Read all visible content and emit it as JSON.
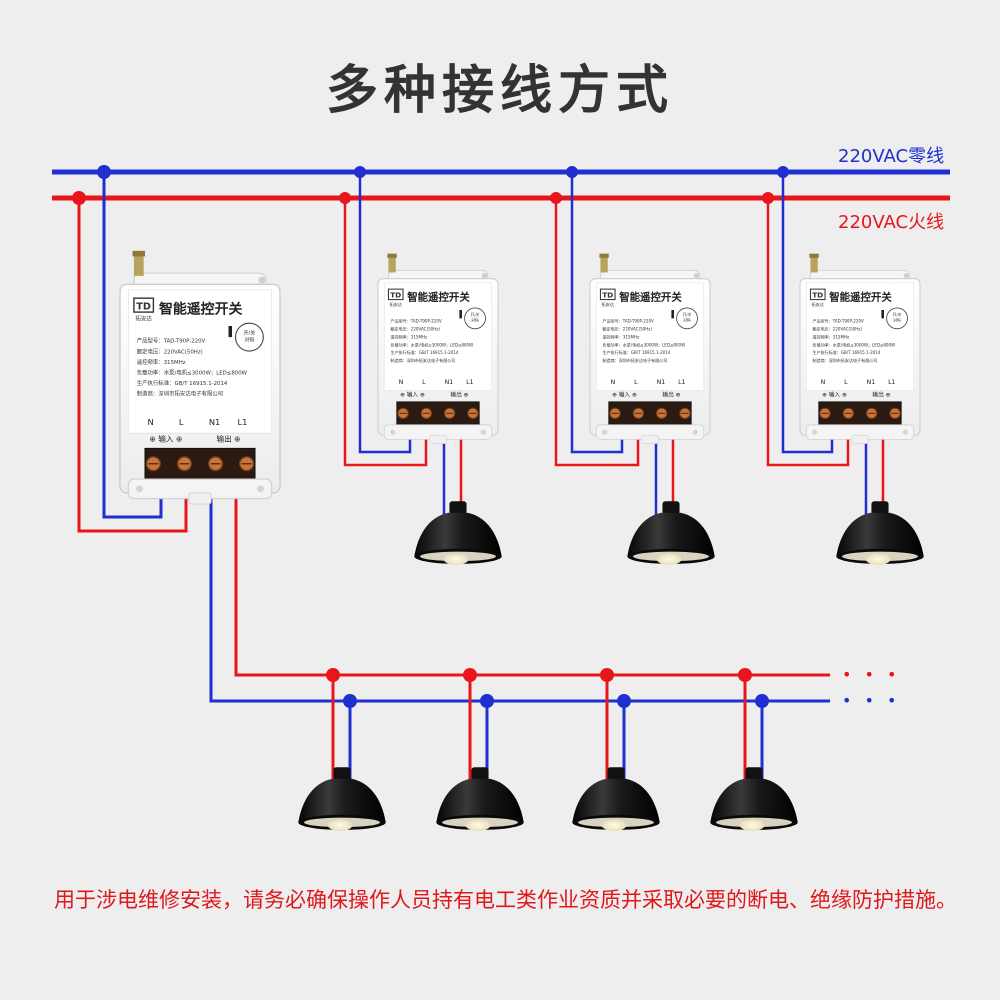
{
  "title": "多种接线方式",
  "lines": {
    "neutral_label": "220VAC零线",
    "live_label": "220VAC火线",
    "neutral_color": "#1f2fd0",
    "live_color": "#e8161b"
  },
  "device": {
    "logo_text": "拓安达",
    "name": "智能遥控开关",
    "button_label": "开/关\n对码",
    "specs": [
      "产品型号：TAD-T90P-220V",
      "额定电压：220VAC(50Hz)",
      "遥控频率：315MHz",
      "负载功率：水泵/电机≤3000W；LED≤800W",
      "生产执行标准：GB/T 16915.1-2014",
      "制造商：深圳市拓安达电子有限公司"
    ],
    "terminals": [
      "N",
      "L",
      "N1",
      "L1"
    ],
    "input_label": "输入",
    "output_label": "输出"
  },
  "continuation": "• • •",
  "warning": "用于涉电维修安装，请务必确保操作人员持有电工类作业资质并采取必要的断电、绝缘防护措施。"
}
